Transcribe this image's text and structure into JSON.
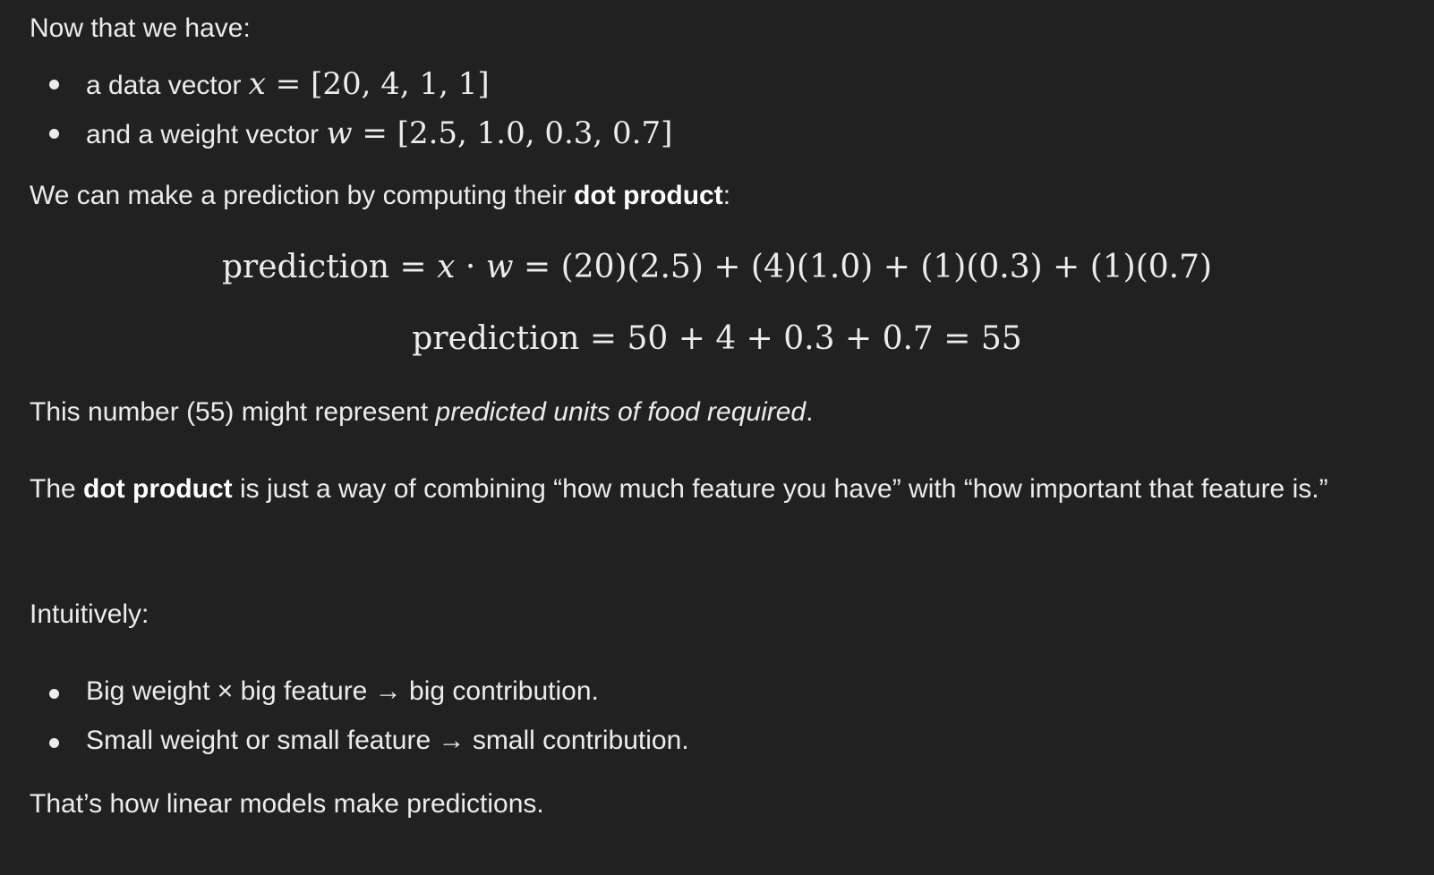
{
  "intro": "Now that we have:",
  "vectors": {
    "data_text": "a data vector ",
    "data_var": "x",
    "data_value": " = [20, 4, 1, 1]",
    "weight_text": "and a weight vector ",
    "weight_var": "w",
    "weight_value": " = [2.5, 1.0, 0.3, 0.7]"
  },
  "predict_sentence": {
    "before": "We can make a prediction by computing their ",
    "bold": "dot product",
    "after": ":"
  },
  "equations": {
    "eq1_lhs": "prediction = ",
    "eq1_x": "x",
    "eq1_dot": " · ",
    "eq1_w": "w",
    "eq1_rhs": " = (20)(2.5) + (4)(1.0) + (1)(0.3) + (1)(0.7)",
    "eq2": "prediction = 50 + 4 + 0.3 + 0.7 = 55"
  },
  "result_sentence": {
    "before": "This number (55) might represent ",
    "italic": "predicted units of food required",
    "after": "."
  },
  "dot_product_paragraph": {
    "before": "The ",
    "bold": "dot product",
    "after": " is just a way of combining “how much feature you have” with “how important that feature is.”"
  },
  "intuitively": "Intuitively:",
  "intuition_bullets": [
    "Big weight × big feature → big contribution.",
    "Small weight or small feature → small contribution."
  ],
  "conclusion": "That’s how linear models make predictions."
}
